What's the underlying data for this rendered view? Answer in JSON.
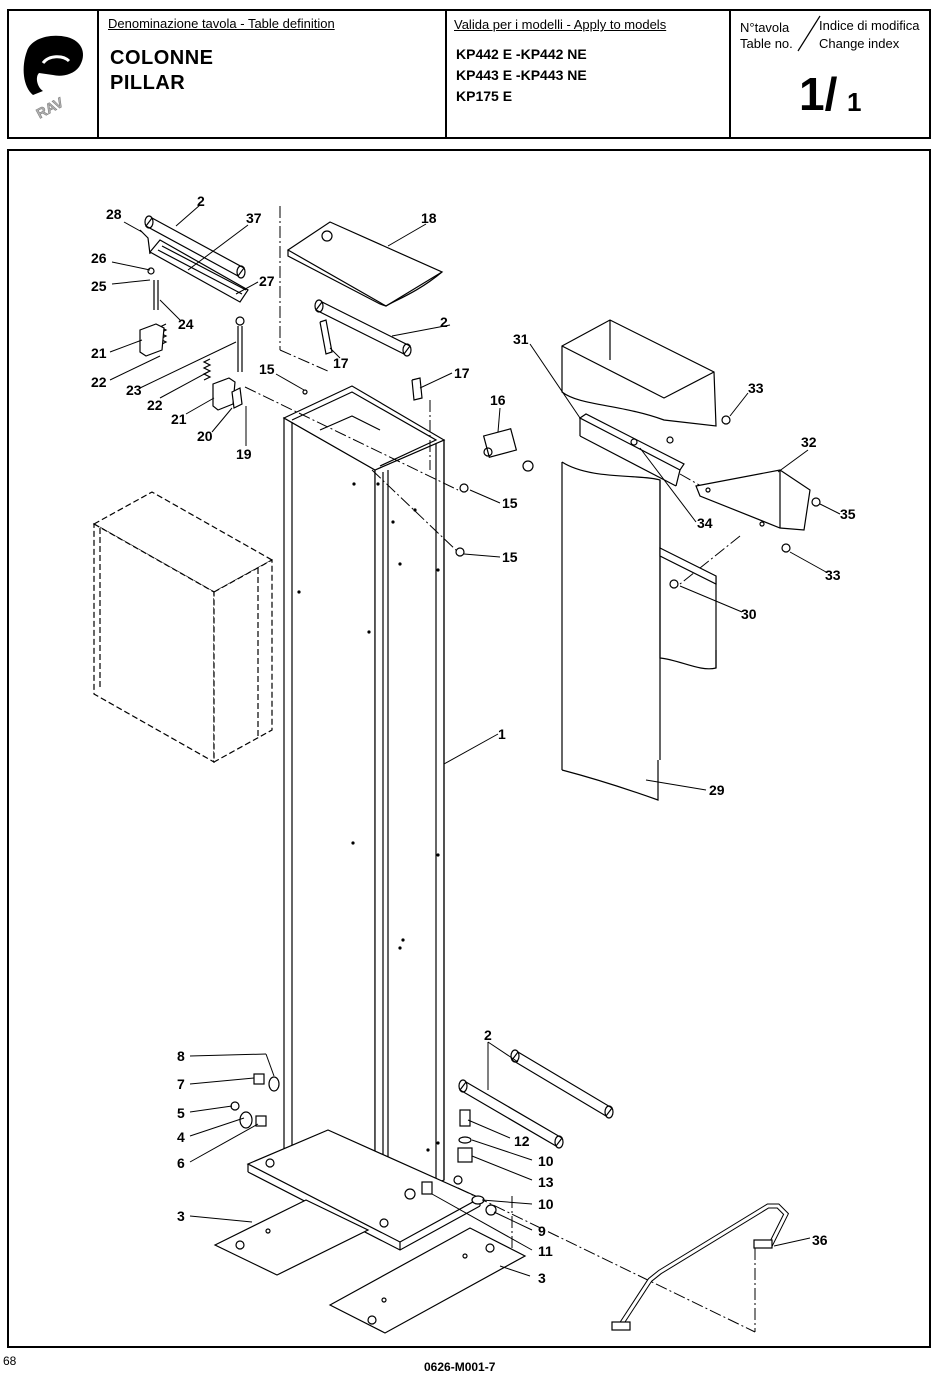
{
  "header": {
    "logo_text": "RAV",
    "table_definition_label": "Denominazione tavola - Table definition",
    "title_it": "COLONNE",
    "title_en": "PILLAR",
    "apply_label": "Valida per i modelli - Apply to models",
    "models": [
      "KP442 E -KP442 NE",
      "KP443 E -KP443 NE",
      "KP175 E"
    ],
    "table_no_label_it": "N°tavola",
    "table_no_label_en": "Table no.",
    "change_index_label_it": "Indice di modifica",
    "change_index_label_en": "Change index",
    "table_no_value": "1/",
    "change_index_value": "1"
  },
  "diagram": {
    "callouts": [
      {
        "id": "c28",
        "text": "28"
      },
      {
        "id": "c2a",
        "text": "2"
      },
      {
        "id": "c37",
        "text": "37"
      },
      {
        "id": "c18",
        "text": "18"
      },
      {
        "id": "c26",
        "text": "26"
      },
      {
        "id": "c27",
        "text": "27"
      },
      {
        "id": "c25",
        "text": "25"
      },
      {
        "id": "c24",
        "text": "24"
      },
      {
        "id": "c2b",
        "text": "2"
      },
      {
        "id": "c21a",
        "text": "21"
      },
      {
        "id": "c17a",
        "text": "17"
      },
      {
        "id": "c31",
        "text": "31"
      },
      {
        "id": "c22a",
        "text": "22"
      },
      {
        "id": "c23",
        "text": "23"
      },
      {
        "id": "c15a",
        "text": "15"
      },
      {
        "id": "c17b",
        "text": "17"
      },
      {
        "id": "c33a",
        "text": "33"
      },
      {
        "id": "c22b",
        "text": "22"
      },
      {
        "id": "c16",
        "text": "16"
      },
      {
        "id": "c21b",
        "text": "21"
      },
      {
        "id": "c20",
        "text": "20"
      },
      {
        "id": "c19",
        "text": "19"
      },
      {
        "id": "c32",
        "text": "32"
      },
      {
        "id": "c15b",
        "text": "15"
      },
      {
        "id": "c34",
        "text": "34"
      },
      {
        "id": "c35",
        "text": "35"
      },
      {
        "id": "c15c",
        "text": "15"
      },
      {
        "id": "c33b",
        "text": "33"
      },
      {
        "id": "c30",
        "text": "30"
      },
      {
        "id": "c1",
        "text": "1"
      },
      {
        "id": "c29",
        "text": "29"
      },
      {
        "id": "c2c",
        "text": "2"
      },
      {
        "id": "c8",
        "text": "8"
      },
      {
        "id": "c7",
        "text": "7"
      },
      {
        "id": "c5",
        "text": "5"
      },
      {
        "id": "c4",
        "text": "4"
      },
      {
        "id": "c12",
        "text": "12"
      },
      {
        "id": "c6",
        "text": "6"
      },
      {
        "id": "c10a",
        "text": "10"
      },
      {
        "id": "c13",
        "text": "13"
      },
      {
        "id": "c10b",
        "text": "10"
      },
      {
        "id": "c3a",
        "text": "3"
      },
      {
        "id": "c9",
        "text": "9"
      },
      {
        "id": "c36",
        "text": "36"
      },
      {
        "id": "c11",
        "text": "11"
      },
      {
        "id": "c3b",
        "text": "3"
      }
    ]
  },
  "footer": {
    "page_number": "68",
    "doc_code": "0626-M001-7"
  }
}
